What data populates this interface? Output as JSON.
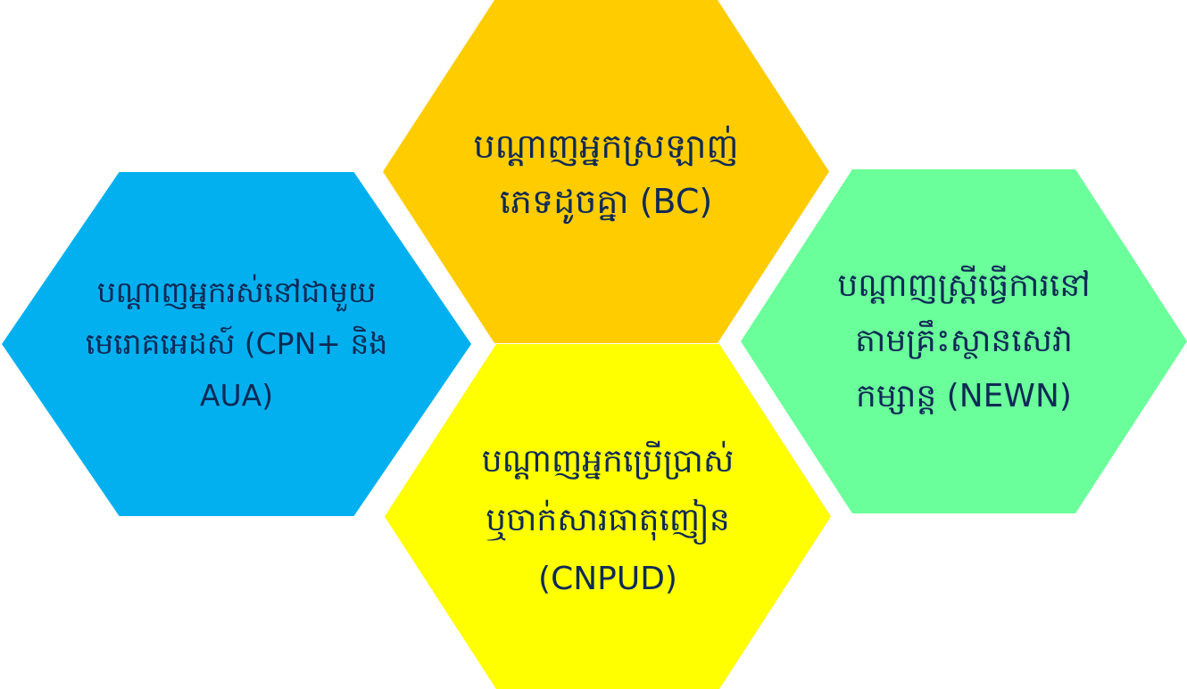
{
  "hexagons": {
    "cpn": {
      "color": "#03b0ef",
      "lines": [
        "បណ្ដាញអ្នករស់នៅជាមួយ",
        "មេរោគអេដស៍ (CPN+ និង",
        "AUA)"
      ]
    },
    "bc": {
      "color": "#ffcc00",
      "lines": [
        "បណ្ដាញអ្នកស្រឡាញ់",
        "ភេទដូចគ្នា (BC)"
      ]
    },
    "newn": {
      "color": "#6aff9a",
      "lines": [
        "បណ្ដាញស្ត្រីធ្វើការនៅ",
        "តាមគ្រឹះស្ថានសេវា",
        "កម្សាន្ត (NEWN)"
      ]
    },
    "cnpud": {
      "color": "#ffff00",
      "lines": [
        "បណ្ដាញអ្នកប្រើប្រាស់",
        "ឬចាក់សារធាតុញៀន",
        "(CNPUD)"
      ]
    }
  },
  "text_color": "#0f2a56"
}
